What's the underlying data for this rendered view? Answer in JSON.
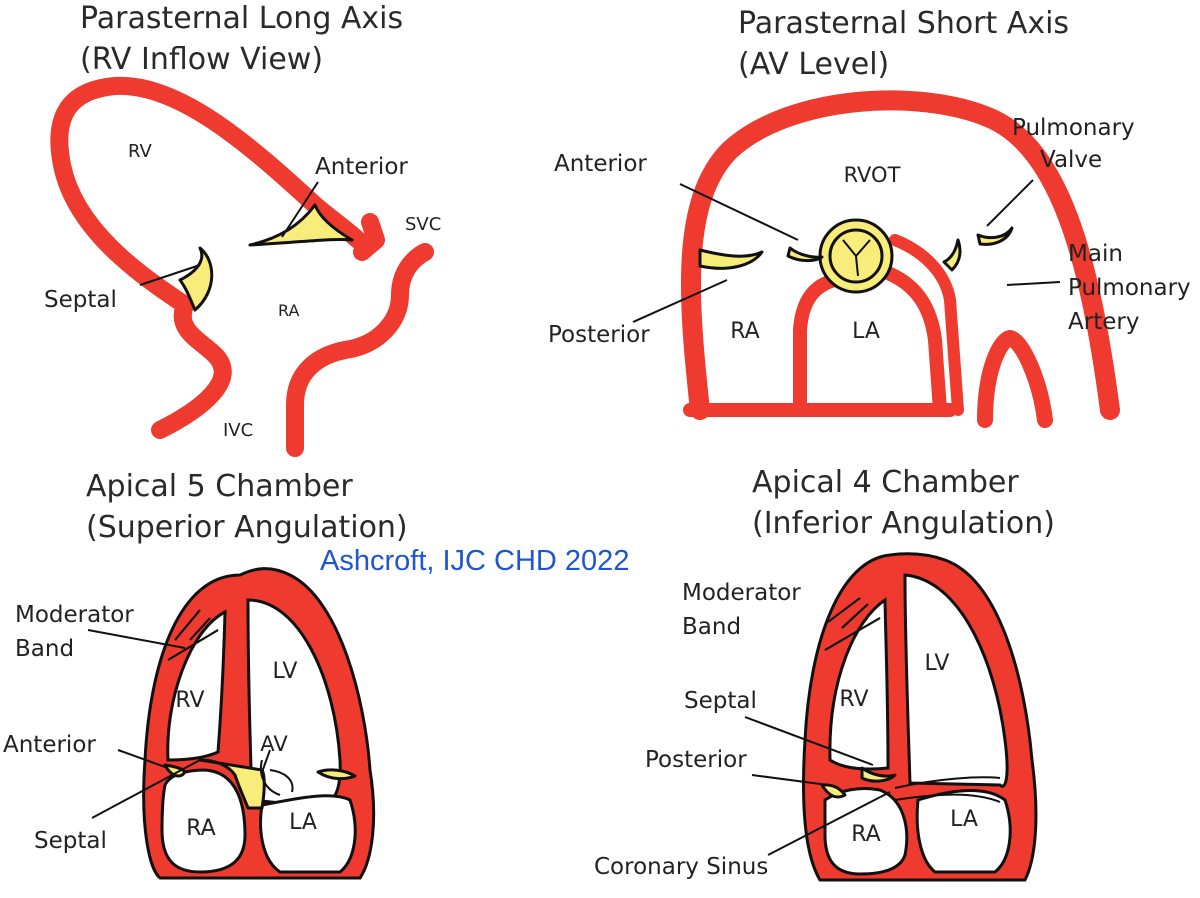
{
  "panels": [
    {
      "title_line1": "Parasternal Long Axis",
      "title_line2": "(RV Inflow View)",
      "labels": {
        "rv": "RV",
        "ra": "RA",
        "svc": "SVC",
        "ivc": "IVC",
        "anterior": "Anterior",
        "septal": "Septal"
      }
    },
    {
      "title_line1": "Parasternal Short Axis",
      "title_line2": "(AV Level)",
      "labels": {
        "rvot": "RVOT",
        "ra": "RA",
        "la": "LA",
        "anterior": "Anterior",
        "posterior": "Posterior",
        "pulmonary_valve_1": "Pulmonary",
        "pulmonary_valve_2": "Valve",
        "mpa_1": "Main",
        "mpa_2": "Pulmonary",
        "mpa_3": "Artery"
      }
    },
    {
      "title_line1": "Apical 5 Chamber",
      "title_line2": "(Superior Angulation)",
      "labels": {
        "moderator_band_1": "Moderator",
        "moderator_band_2": "Band",
        "rv": "RV",
        "lv": "LV",
        "ra": "RA",
        "la": "LA",
        "av": "AV",
        "anterior": "Anterior",
        "septal": "Septal"
      }
    },
    {
      "title_line1": "Apical 4 Chamber",
      "title_line2": "(Inferior Angulation)",
      "labels": {
        "moderator_band_1": "Moderator",
        "moderator_band_2": "Band",
        "rv": "RV",
        "lv": "LV",
        "ra": "RA",
        "la": "LA",
        "septal": "Septal",
        "posterior": "Posterior",
        "coronary_sinus": "Coronary Sinus"
      }
    }
  ],
  "credit": "Ashcroft, IJC CHD 2022",
  "colors": {
    "myocardium": "#ee3a2f",
    "valve_leaflet": "#f8ec7a",
    "outline": "#111111",
    "credit": "#1e56d0"
  }
}
